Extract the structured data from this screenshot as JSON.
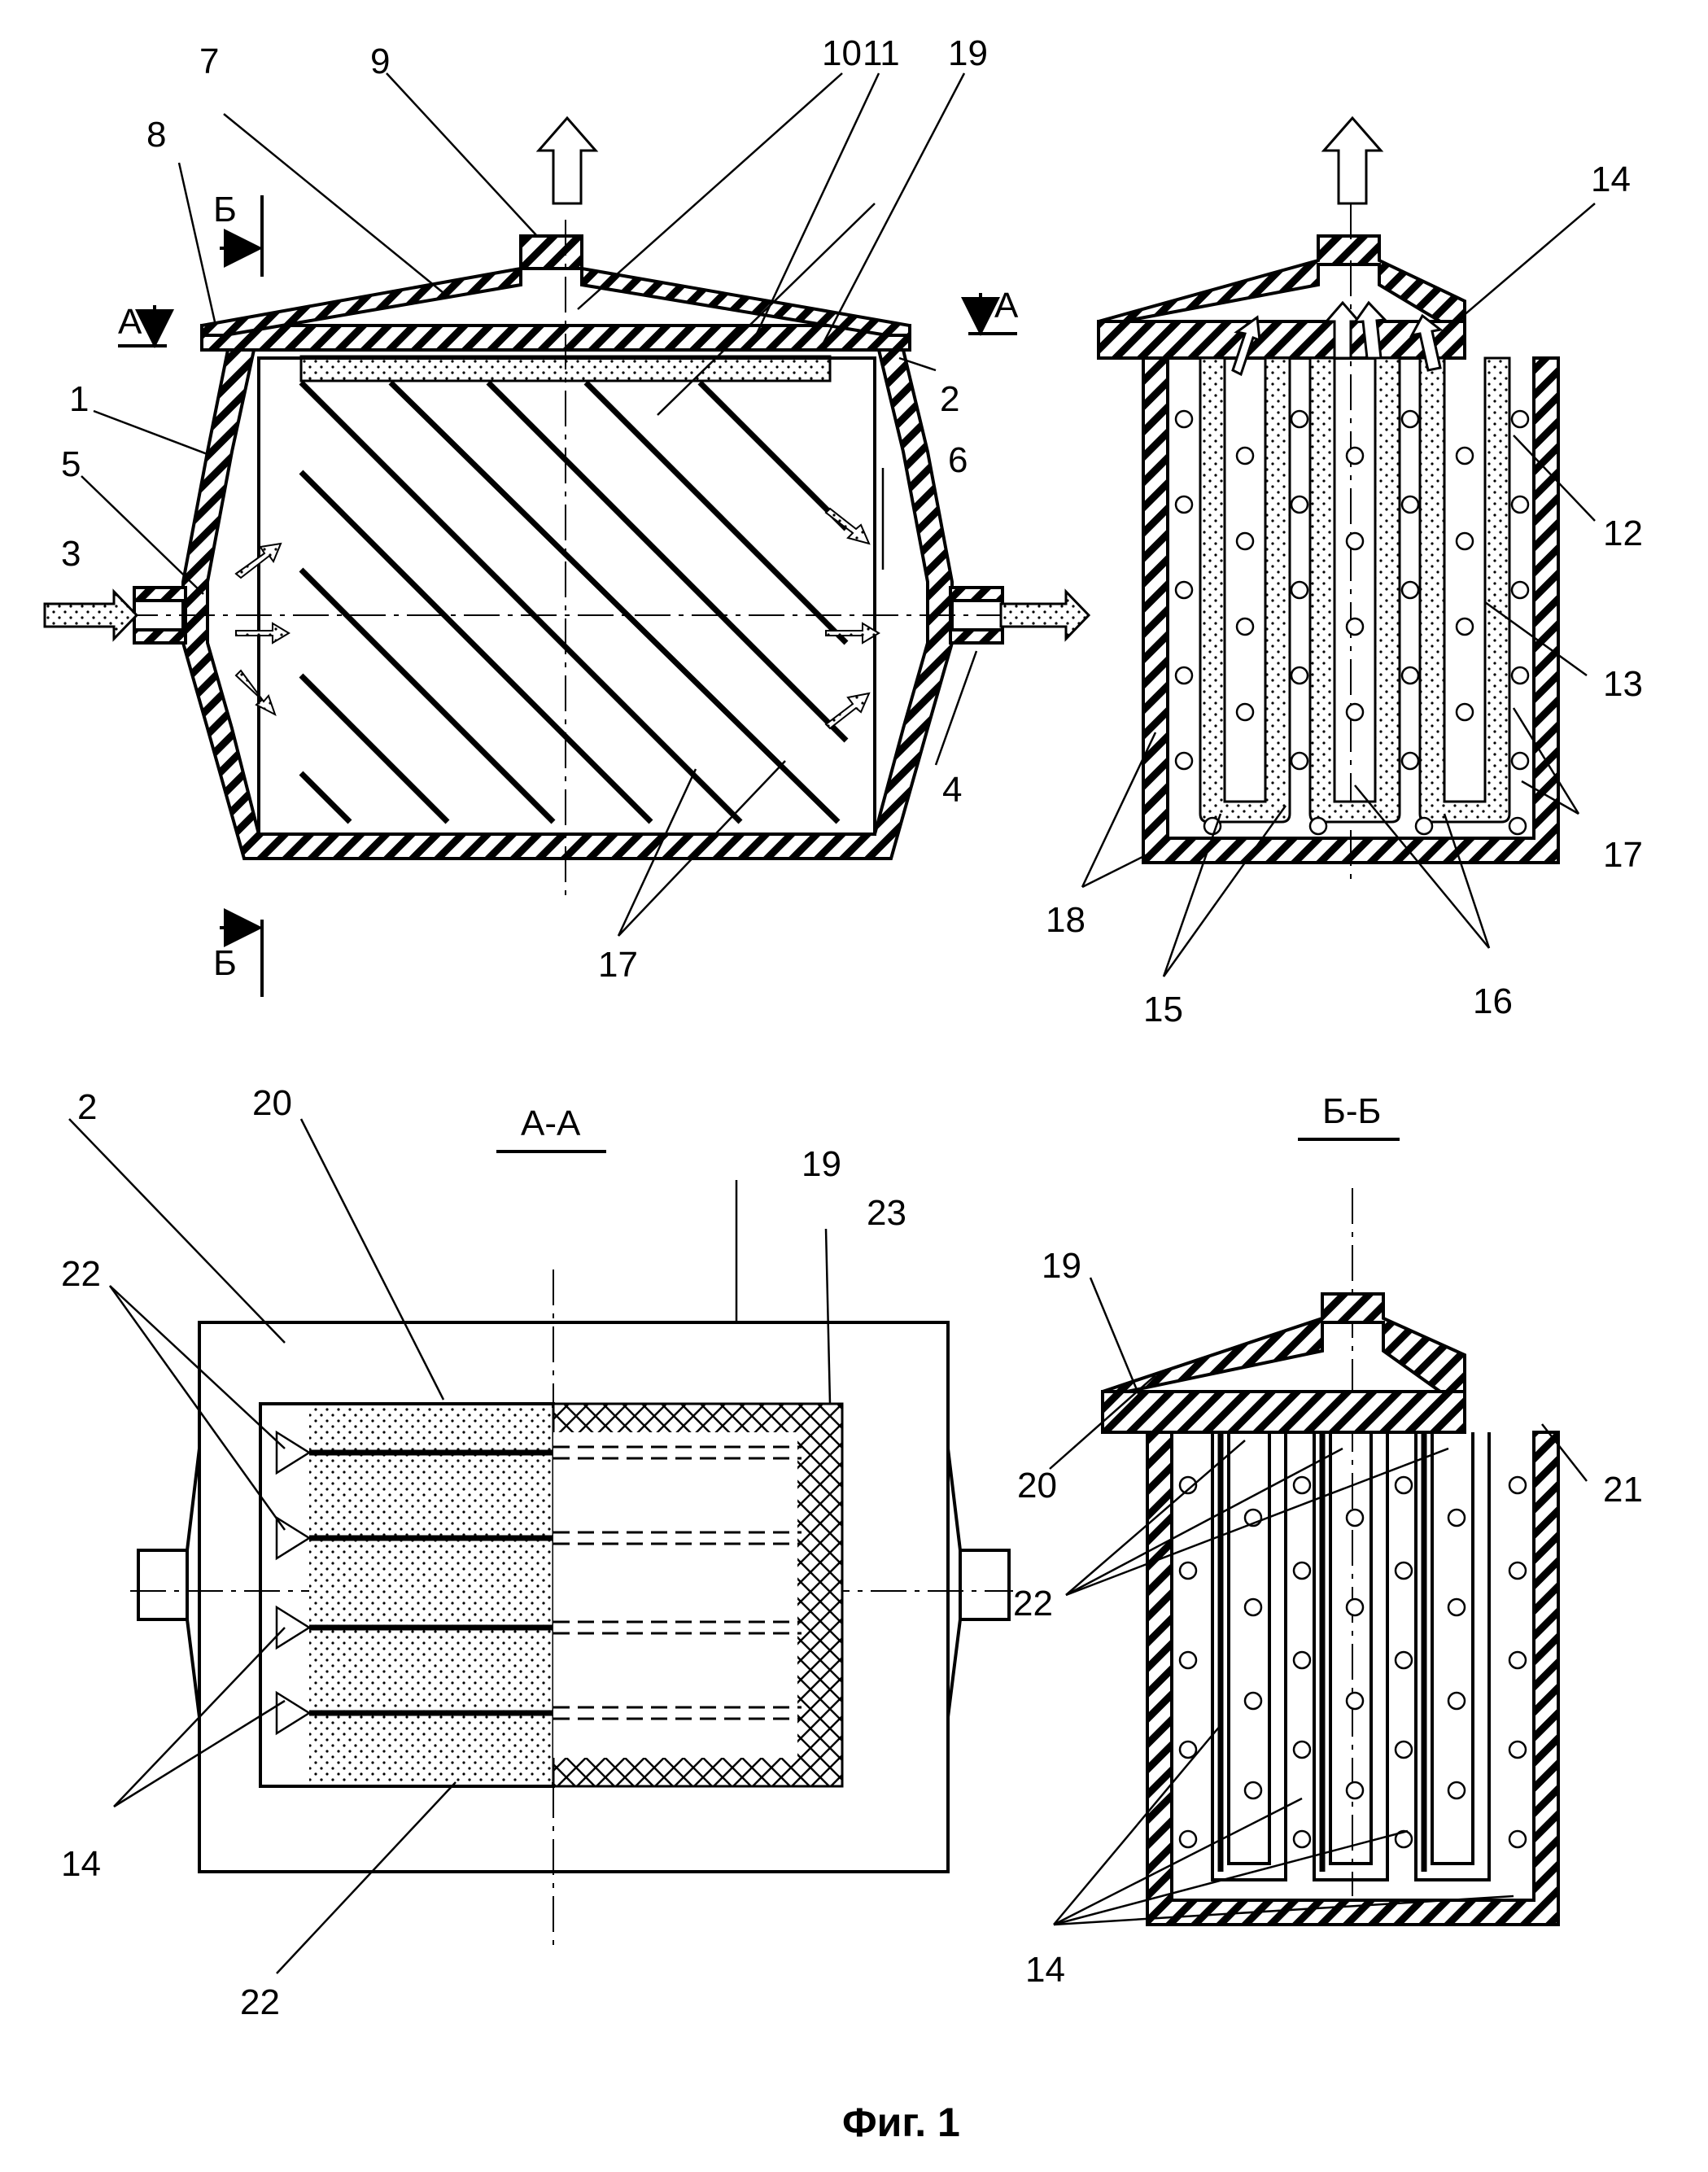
{
  "figure": {
    "caption": "Фиг. 1",
    "section_titles": {
      "aa": "А-А",
      "bb": "Б-Б"
    },
    "section_marks": {
      "a_left": "А",
      "a_right": "А",
      "b_top": "Б",
      "b_bottom": "Б"
    },
    "labels": {
      "front": [
        "1",
        "2",
        "3",
        "4",
        "5",
        "6",
        "7",
        "8",
        "9",
        "10",
        "11",
        "17",
        "19"
      ],
      "side": [
        "12",
        "13",
        "14",
        "15",
        "16",
        "17",
        "18"
      ],
      "aa": [
        "2",
        "14",
        "19",
        "20",
        "22",
        "22",
        "23"
      ],
      "bb": [
        "14",
        "19",
        "20",
        "21",
        "22"
      ]
    }
  }
}
